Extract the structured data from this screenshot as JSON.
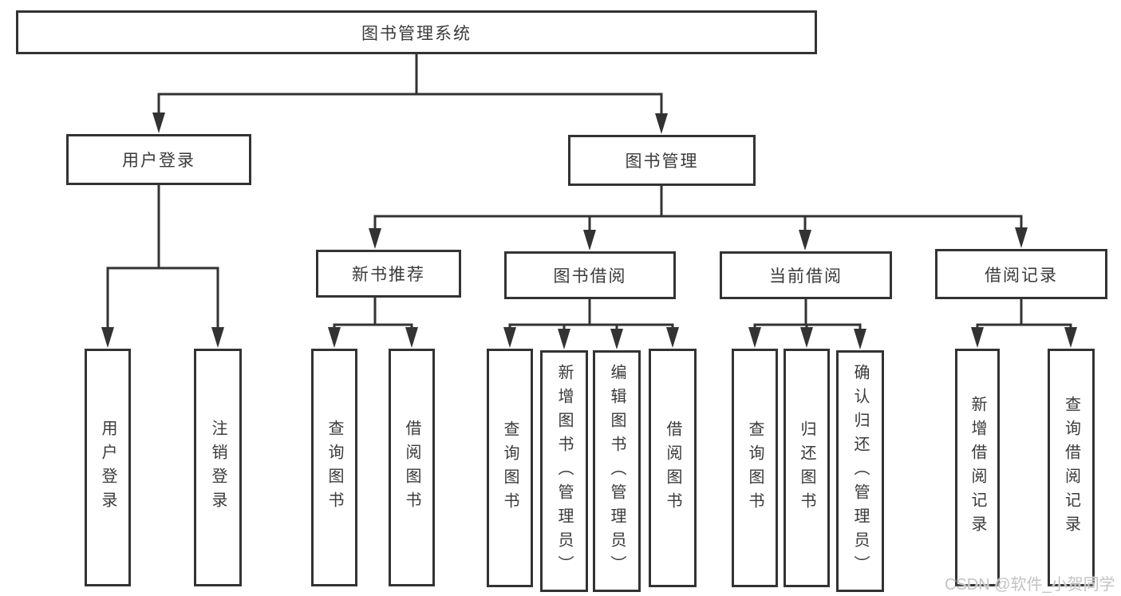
{
  "diagram_title": "图书管理系统",
  "colors": {
    "line": "#333333",
    "border": "#333333",
    "text": "#3a3a3a",
    "background": "#ffffff",
    "watermark": "#c3c3c3"
  },
  "watermark": "CSDN @软件_小贺同学",
  "nodes": {
    "root": {
      "label": "图书管理系统"
    },
    "user_login": {
      "label": "用户登录"
    },
    "book_mgmt": {
      "label": "图书管理"
    },
    "new_books": {
      "label": "新书推荐"
    },
    "book_borrow": {
      "label": "图书借阅"
    },
    "current_borrow": {
      "label": "当前借阅"
    },
    "borrow_records": {
      "label": "借阅记录"
    },
    "leaf_user_login": {
      "label": "用户登录"
    },
    "leaf_logout": {
      "label": "注销登录"
    },
    "leaf_nb_query": {
      "label": "查询图书"
    },
    "leaf_nb_borrow": {
      "label": "借阅图书"
    },
    "leaf_bb_query": {
      "label": "查询图书"
    },
    "leaf_bb_add": {
      "label": "新增图书（管理员）"
    },
    "leaf_bb_edit": {
      "label": "编辑图书（管理员）"
    },
    "leaf_bb_borrow": {
      "label": "借阅图书"
    },
    "leaf_cb_query": {
      "label": "查询图书"
    },
    "leaf_cb_return": {
      "label": "归还图书"
    },
    "leaf_cb_confirm": {
      "label": "确认归还（管理员）"
    },
    "leaf_br_add": {
      "label": "新增借阅记录"
    },
    "leaf_br_query": {
      "label": "查询借阅记录"
    }
  },
  "edges": [
    {
      "from": "root",
      "to": "user_login"
    },
    {
      "from": "root",
      "to": "book_mgmt"
    },
    {
      "from": "user_login",
      "to": "leaf_user_login"
    },
    {
      "from": "user_login",
      "to": "leaf_logout"
    },
    {
      "from": "book_mgmt",
      "to": "new_books"
    },
    {
      "from": "book_mgmt",
      "to": "book_borrow"
    },
    {
      "from": "book_mgmt",
      "to": "current_borrow"
    },
    {
      "from": "book_mgmt",
      "to": "borrow_records"
    },
    {
      "from": "new_books",
      "to": "leaf_nb_query"
    },
    {
      "from": "new_books",
      "to": "leaf_nb_borrow"
    },
    {
      "from": "book_borrow",
      "to": "leaf_bb_query"
    },
    {
      "from": "book_borrow",
      "to": "leaf_bb_add"
    },
    {
      "from": "book_borrow",
      "to": "leaf_bb_edit"
    },
    {
      "from": "book_borrow",
      "to": "leaf_bb_borrow"
    },
    {
      "from": "current_borrow",
      "to": "leaf_cb_query"
    },
    {
      "from": "current_borrow",
      "to": "leaf_cb_return"
    },
    {
      "from": "current_borrow",
      "to": "leaf_cb_confirm"
    },
    {
      "from": "borrow_records",
      "to": "leaf_br_add"
    },
    {
      "from": "borrow_records",
      "to": "leaf_br_query"
    }
  ]
}
